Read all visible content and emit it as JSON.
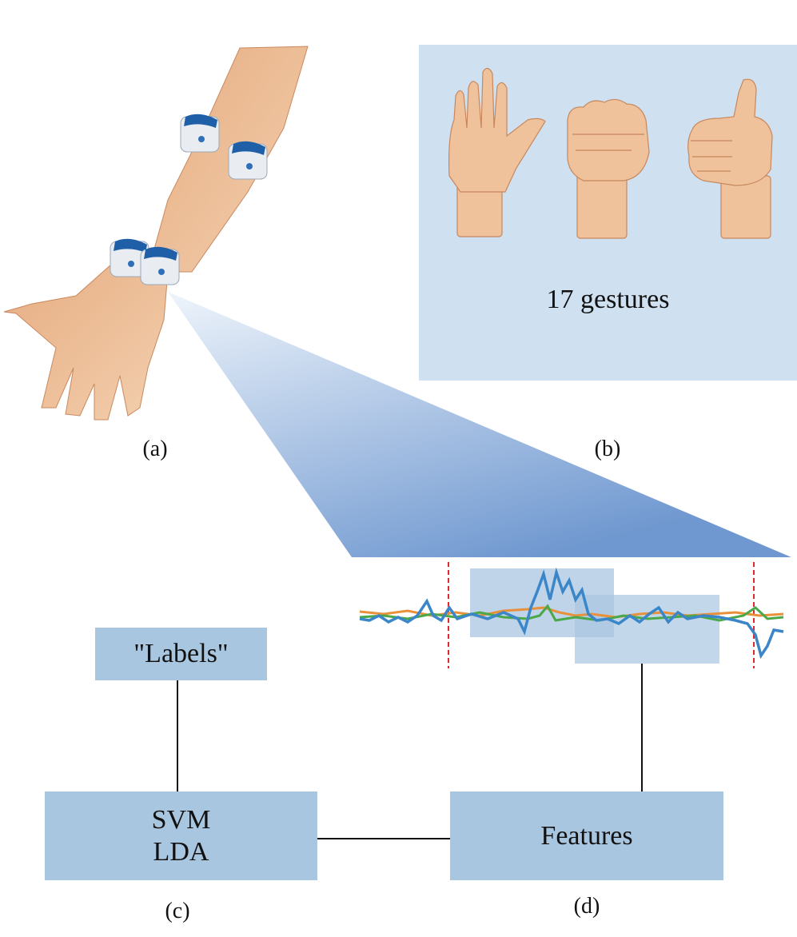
{
  "panel_b": {
    "gesture_count_label": "17 gestures"
  },
  "captions": {
    "a": "(a)",
    "b": "(b)",
    "c": "(c)",
    "d": "(d)"
  },
  "boxes": {
    "labels": "\"Labels\"",
    "classifier_lines": [
      "SVM",
      "LDA"
    ],
    "features": "Features"
  },
  "colors": {
    "panel_bg": "#cfe1f0",
    "box_fill": "#a9c6e1",
    "emg_blue": "#3a86c8",
    "emg_orange": "#e8913a",
    "emg_green": "#4aa84a",
    "marker_red": "#e0282e",
    "skin": "#e8b48c",
    "sensor_blue": "#1f5fa8"
  },
  "icons": [
    "arm-with-sensors-illustration",
    "open-hand-icon",
    "fist-icon",
    "thumbs-up-icon"
  ]
}
